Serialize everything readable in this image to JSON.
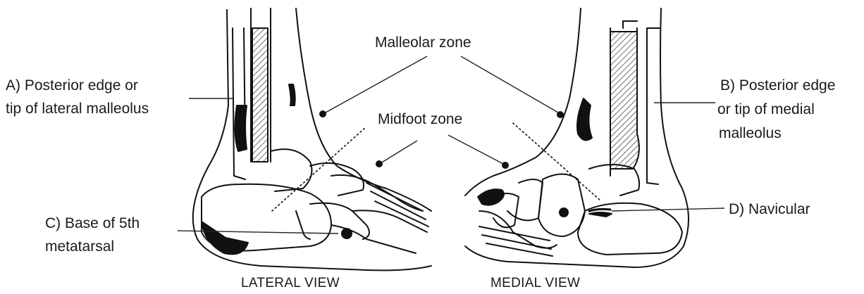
{
  "labels": {
    "malleolar_zone": "Malleolar zone",
    "midfoot_zone": "Midfoot zone",
    "a_line1": "A) Posterior edge or",
    "a_line2": "tip of lateral malleolus",
    "b_line1": "B) Posterior edge",
    "b_line2": "or tip of medial",
    "b_line3": "malleolus",
    "c_line1": "C) Base of 5th",
    "c_line2": "metatarsal",
    "d": "D) Navicular"
  },
  "views": {
    "lateral": "LATERAL VIEW",
    "medial": "MEDIAL VIEW"
  }
}
